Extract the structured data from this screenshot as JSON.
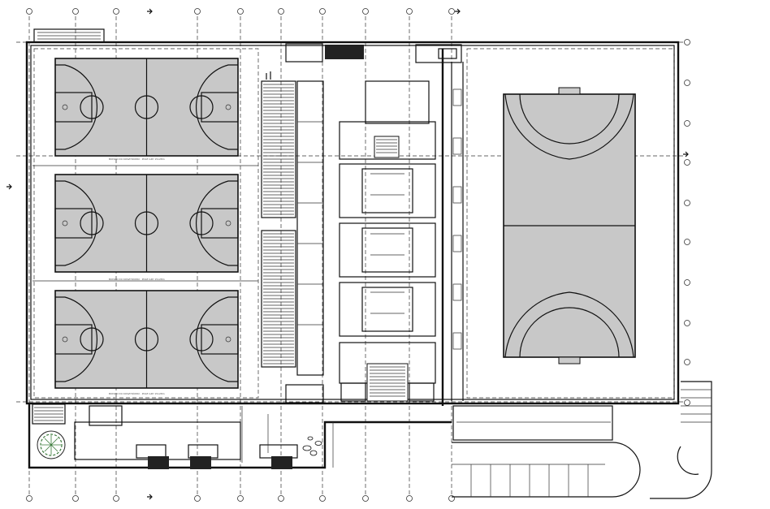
{
  "court_caption": "BOISKO DO KOSZYKÓWKI · POLE GRY 15x28m",
  "courts": {
    "basketball_count": 3,
    "handball_count": 1
  },
  "colors": {
    "court_fill": "#c8c8c8",
    "line": "#111111",
    "background": "#ffffff"
  }
}
